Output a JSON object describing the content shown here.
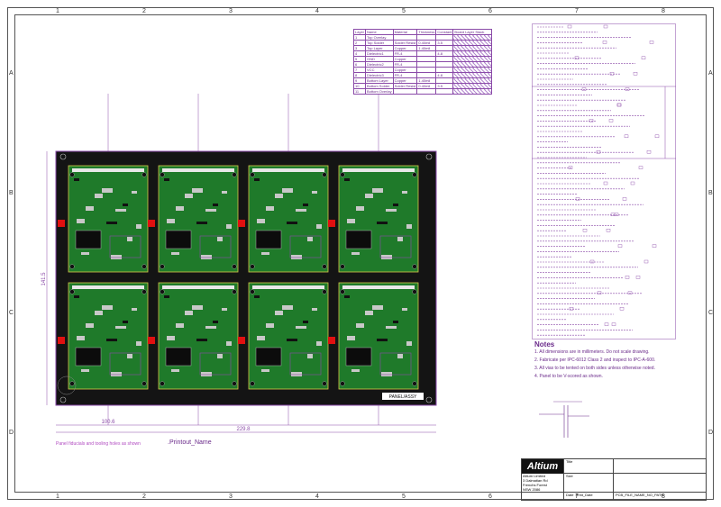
{
  "sheet": {
    "zones_x": [
      "1",
      "2",
      "3",
      "4",
      "5",
      "6",
      "7",
      "8"
    ],
    "zones_y": [
      "A",
      "B",
      "C",
      "D"
    ]
  },
  "layer_table": {
    "headers": [
      "Layer",
      "Name",
      "Material",
      "Thickness",
      "Constant",
      "Board Layer Stack"
    ],
    "rows": [
      [
        "1",
        "Top Overlay",
        "",
        "",
        "",
        ""
      ],
      [
        "2",
        "Top Solder",
        "Solder Resist",
        "0.40mil",
        "3.5",
        ""
      ],
      [
        "3",
        "Top Layer",
        "Copper",
        "1.40mil",
        "",
        ""
      ],
      [
        "4",
        "Dielectric1",
        "FR-4",
        "",
        "4.8",
        ""
      ],
      [
        "5",
        "GND",
        "Copper",
        "",
        "",
        ""
      ],
      [
        "6",
        "Dielectric2",
        "FR-4",
        "",
        "",
        ""
      ],
      [
        "7",
        "VCC",
        "Copper",
        "",
        "",
        ""
      ],
      [
        "8",
        "Dielectric3",
        "FR-4",
        "",
        "4.8",
        ""
      ],
      [
        "9",
        "Bottom Layer",
        "Copper",
        "1.40mil",
        "",
        ""
      ],
      [
        "10",
        "Bottom Solder",
        "Solder Resist",
        "0.40mil",
        "3.5",
        ""
      ],
      [
        "11",
        "Bottom Overlay",
        "",
        "",
        "",
        ""
      ]
    ]
  },
  "notes": {
    "title": "Notes",
    "items": [
      "1. All dimensions are in millimeters. Do not scale drawing.",
      "2. Fabricate per IPC-6012 Class 2 and inspect to IPC-A-600.",
      "3. All vias to be tented on both sides unless otherwise noted.",
      "4. Panel to be V-scored as shown."
    ]
  },
  "dimensions": {
    "panel_width": "229.8",
    "panel_height": "141.5",
    "board_pitch": "100.6"
  },
  "printout": ".Printout_Name",
  "footer_text": "Panel fiducials and tooling holes as shown",
  "panel_label": "PANEL/ASSY",
  "title_block": {
    "company": "Altium Limited",
    "address": [
      "3 Dalmatian Rd",
      "Frenchs Forest",
      "NSW 2086"
    ],
    "logo": "Altium",
    "labels": [
      "Title",
      "Size",
      "Date",
      "Sheet"
    ],
    "date_value": ".Print_Date",
    "file_value": "PCB_FILE_NAME_NO_PATH"
  },
  "colors": {
    "board_green": "#1f7a2a",
    "panel_black": "#141414",
    "outline_purple": "#8a4aa8",
    "fiducial_red": "#e01010"
  }
}
